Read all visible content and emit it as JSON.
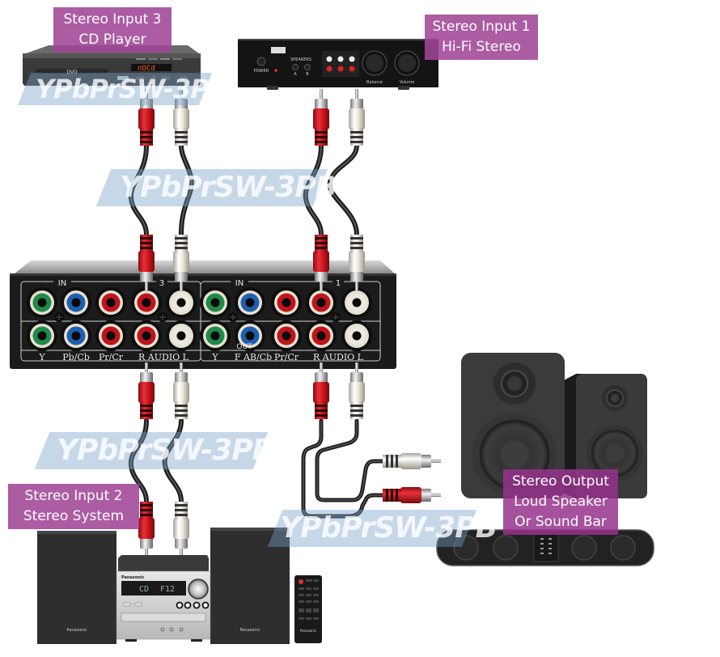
{
  "diagram": {
    "title": "YPbPrSW-3PB stereo audio switch connection diagram",
    "watermark_text": "YPbPrSW-3PB",
    "colors": {
      "label_bg": "#a0469a",
      "watermark_bg": "#a8c0da",
      "rca_red": "#d0161e",
      "rca_white": "#ece8dc",
      "jack_green": "#1f8a4a",
      "jack_blue": "#1d5fb0",
      "jack_red": "#c0141c",
      "panel": "#1c1c1c"
    }
  },
  "labels": {
    "input3": {
      "line1": "Stereo Input 3",
      "line2": "CD Player"
    },
    "input1": {
      "line1": "Stereo Input 1",
      "line2": "Hi-Fi Stereo"
    },
    "input2": {
      "line1": "Stereo Input 2",
      "line2": "Stereo System"
    },
    "output": {
      "line1": "Stereo Output",
      "line2": "Loud Speaker",
      "line3": "Or Sound Bar"
    }
  },
  "devices": {
    "cd_player": {
      "tray_label": "DVD",
      "display": "nOCd"
    },
    "hifi_amp": {
      "power_label": "POWER",
      "speakers_label": "SPEAKERS",
      "speaker_a": "A",
      "speaker_b": "B",
      "knob1_label": "Balance",
      "knob2_label": "Volume"
    },
    "stereo_system": {
      "brand": "Panasonic",
      "display_left": "CD",
      "display_right": "F12",
      "left_speaker_brand": "Panasonic",
      "right_speaker_brand": "Panasonic",
      "remote_brand": "Panasonic"
    }
  },
  "switch_panel": {
    "section3": {
      "in_label": "IN",
      "number": "3"
    },
    "section1": {
      "in_label": "IN",
      "number": "1"
    },
    "out_label": "OUT",
    "left_labels": [
      "Y",
      "Pb/Cb",
      "Pr/Cr",
      "R AUDIO L"
    ],
    "right_labels": [
      "Y",
      "F AB/Cb",
      "Pr/Cr",
      "R AUDIO L"
    ]
  }
}
